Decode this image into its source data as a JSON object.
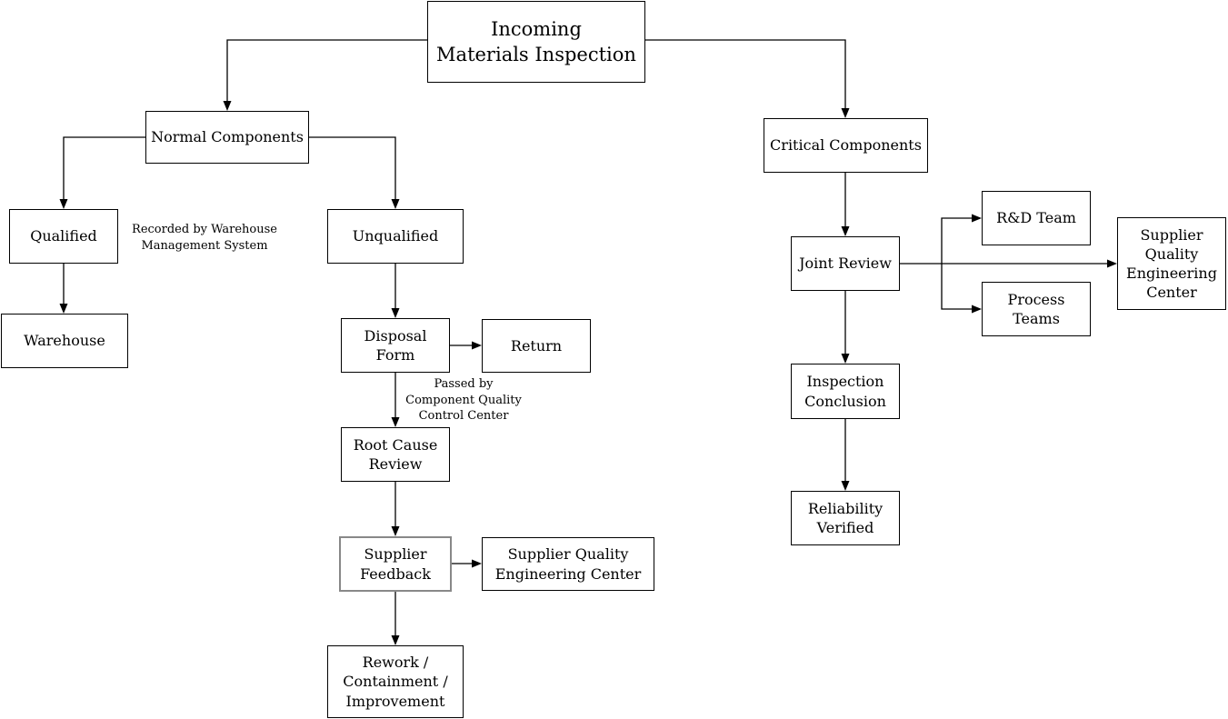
{
  "diagram_title": "Incoming Materials Inspection",
  "nodes": {
    "title": {
      "label": "Incoming\nMaterials Inspection"
    },
    "normal": {
      "label": "Normal Components"
    },
    "critical": {
      "label": "Critical Components"
    },
    "qualified": {
      "label": "Qualified"
    },
    "unqualified": {
      "label": "Unqualified"
    },
    "warehouse": {
      "label": "Warehouse"
    },
    "disposal_form": {
      "label": "Disposal\nForm"
    },
    "return": {
      "label": "Return"
    },
    "root_cause_review": {
      "label": "Root Cause\nReview"
    },
    "supplier_feedback": {
      "label": "Supplier\nFeedback"
    },
    "sqec_left": {
      "label": "Supplier Quality\nEngineering Center"
    },
    "rework": {
      "label": "Rework /\nContainment /\nImprovement"
    },
    "joint_review": {
      "label": "Joint Review"
    },
    "rd_team": {
      "label": "R&D Team"
    },
    "process_teams": {
      "label": "Process\nTeams"
    },
    "sqec_right": {
      "label": "Supplier\nQuality\nEngineering\nCenter"
    },
    "inspection_conclusion": {
      "label": "Inspection\nConclusion"
    },
    "reliability_verified": {
      "label": "Reliability\nVerified"
    }
  },
  "annotations": {
    "warehouse_note": {
      "label": "Recorded by Warehouse\nManagement System"
    },
    "quality_note": {
      "label": "Passed by\nComponent Quality\nControl Center"
    }
  },
  "edges": [
    {
      "from": "title",
      "to": "normal"
    },
    {
      "from": "title",
      "to": "critical"
    },
    {
      "from": "normal",
      "to": "qualified"
    },
    {
      "from": "normal",
      "to": "unqualified"
    },
    {
      "from": "qualified",
      "to": "warehouse"
    },
    {
      "from": "unqualified",
      "to": "disposal_form"
    },
    {
      "from": "disposal_form",
      "to": "return"
    },
    {
      "from": "disposal_form",
      "to": "root_cause_review"
    },
    {
      "from": "root_cause_review",
      "to": "supplier_feedback"
    },
    {
      "from": "supplier_feedback",
      "to": "sqec_left"
    },
    {
      "from": "supplier_feedback",
      "to": "rework"
    },
    {
      "from": "critical",
      "to": "joint_review"
    },
    {
      "from": "joint_review",
      "to": "rd_team"
    },
    {
      "from": "joint_review",
      "to": "sqec_right"
    },
    {
      "from": "joint_review",
      "to": "process_teams"
    },
    {
      "from": "joint_review",
      "to": "inspection_conclusion"
    },
    {
      "from": "inspection_conclusion",
      "to": "reliability_verified"
    }
  ],
  "colors": {
    "line": "#000000",
    "box_border": "#000000",
    "box_fill": "#ffffff",
    "highlight_border": "#888888",
    "text": "#000000",
    "background": "#ffffff"
  }
}
